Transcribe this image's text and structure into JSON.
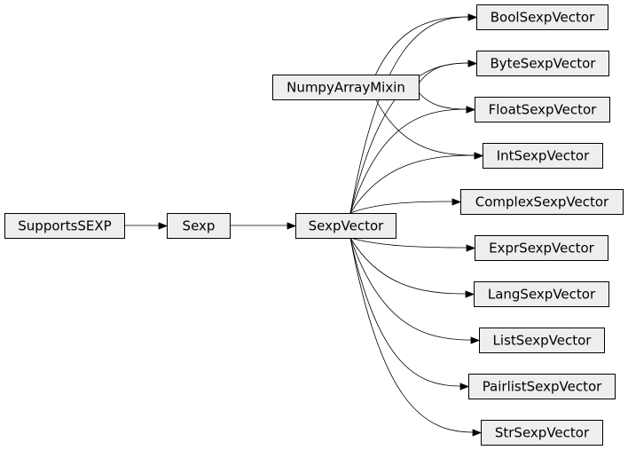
{
  "diagram": {
    "nodes": [
      {
        "id": "supportssexp",
        "label": "SupportsSEXP"
      },
      {
        "id": "sexp",
        "label": "Sexp"
      },
      {
        "id": "sexpvector",
        "label": "SexpVector"
      },
      {
        "id": "numpyarraymixin",
        "label": "NumpyArrayMixin"
      },
      {
        "id": "boolsexpvector",
        "label": "BoolSexpVector"
      },
      {
        "id": "bytesexpvector",
        "label": "ByteSexpVector"
      },
      {
        "id": "floatsexpvector",
        "label": "FloatSexpVector"
      },
      {
        "id": "intsexpvector",
        "label": "IntSexpVector"
      },
      {
        "id": "complexsexpvector",
        "label": "ComplexSexpVector"
      },
      {
        "id": "exprsexpvector",
        "label": "ExprSexpVector"
      },
      {
        "id": "langsexpvector",
        "label": "LangSexpVector"
      },
      {
        "id": "listsexpvector",
        "label": "ListSexpVector"
      },
      {
        "id": "pairlistsexpvector",
        "label": "PairlistSexpVector"
      },
      {
        "id": "strsexpvector",
        "label": "StrSexpVector"
      }
    ],
    "edges": [
      {
        "from": "supportssexp",
        "to": "sexp"
      },
      {
        "from": "sexp",
        "to": "sexpvector"
      },
      {
        "from": "numpyarraymixin",
        "to": "boolsexpvector"
      },
      {
        "from": "numpyarraymixin",
        "to": "bytesexpvector"
      },
      {
        "from": "numpyarraymixin",
        "to": "floatsexpvector"
      },
      {
        "from": "numpyarraymixin",
        "to": "intsexpvector"
      },
      {
        "from": "sexpvector",
        "to": "boolsexpvector"
      },
      {
        "from": "sexpvector",
        "to": "bytesexpvector"
      },
      {
        "from": "sexpvector",
        "to": "floatsexpvector"
      },
      {
        "from": "sexpvector",
        "to": "intsexpvector"
      },
      {
        "from": "sexpvector",
        "to": "complexsexpvector"
      },
      {
        "from": "sexpvector",
        "to": "exprsexpvector"
      },
      {
        "from": "sexpvector",
        "to": "langsexpvector"
      },
      {
        "from": "sexpvector",
        "to": "listsexpvector"
      },
      {
        "from": "sexpvector",
        "to": "pairlistsexpvector"
      },
      {
        "from": "sexpvector",
        "to": "strsexpvector"
      }
    ]
  }
}
